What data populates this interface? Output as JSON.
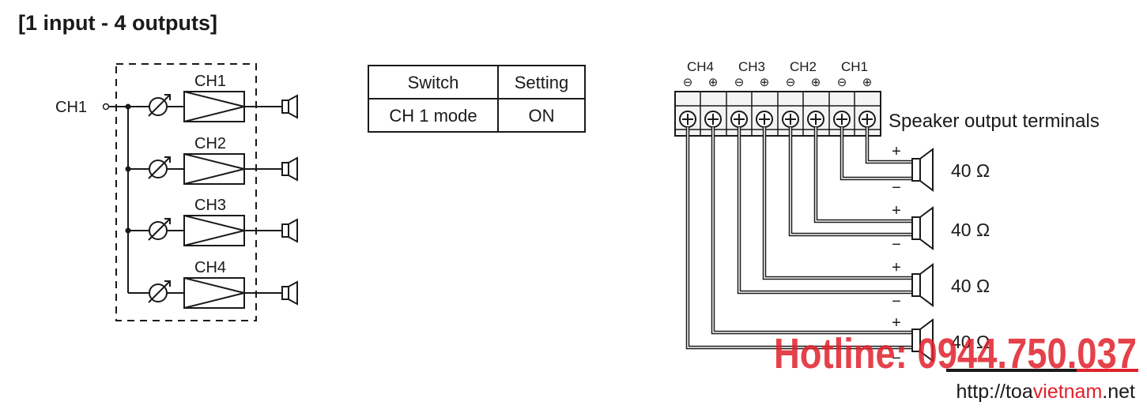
{
  "title": "[1 input - 4 outputs]",
  "block_diagram": {
    "input_label": "CH1",
    "channels": [
      "CH1",
      "CH2",
      "CH3",
      "CH4"
    ]
  },
  "settings_table": {
    "headers": [
      "Switch",
      "Setting"
    ],
    "rows": [
      [
        "CH 1 mode",
        "ON"
      ]
    ]
  },
  "wiring": {
    "terminal_groups": [
      "CH4",
      "CH3",
      "CH2",
      "CH1"
    ],
    "minus_symbol": "⊖",
    "plus_symbol": "⊕",
    "terminals_label": "Speaker output terminals",
    "plus_mark": "+",
    "minus_mark": "−",
    "impedances": [
      "40 Ω",
      "40 Ω",
      "40 Ω",
      "40 Ω"
    ]
  },
  "watermark": {
    "hotline": "Hotline: 0944.750.037",
    "url_prefix": "http://toa",
    "url_accent": "vietnam",
    "url_suffix": ".net",
    "accent_color": "#e0202a"
  }
}
